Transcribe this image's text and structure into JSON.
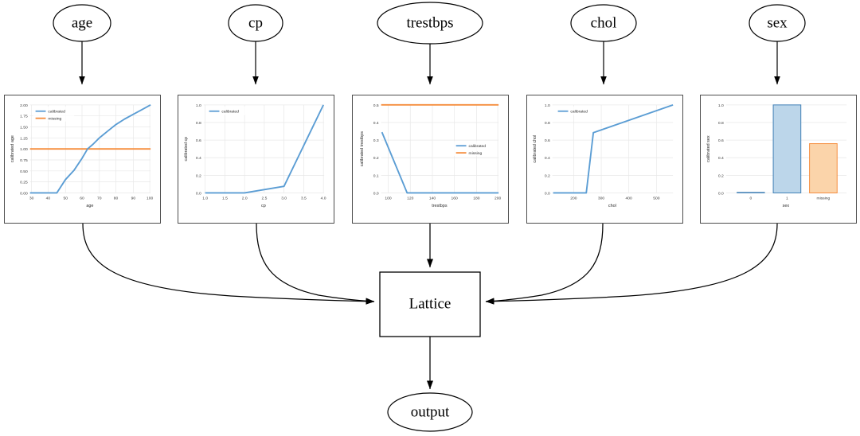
{
  "graph": {
    "input_nodes": [
      {
        "id": "age",
        "label": "age"
      },
      {
        "id": "cp",
        "label": "cp"
      },
      {
        "id": "trestbps",
        "label": "trestbps"
      },
      {
        "id": "chol",
        "label": "chol"
      },
      {
        "id": "sex",
        "label": "sex"
      }
    ],
    "lattice_node": {
      "label": "Lattice"
    },
    "output_node": {
      "label": "output"
    }
  },
  "legend_labels": {
    "calibrated": "calibrated",
    "missing": "missing"
  },
  "colors": {
    "calibrated": "#5b9dd4",
    "missing": "#f58d3d",
    "bar_blue_fill": "#bcd6ea",
    "bar_blue_edge": "#3f7fb5",
    "bar_orange_fill": "#fbd4aa",
    "bar_orange_edge": "#f58d3d",
    "node_stroke": "#000000",
    "panel_border": "#4d4d4d"
  },
  "chart_data": [
    {
      "id": "age",
      "type": "line",
      "title": "",
      "xlabel": "age",
      "ylabel": "calibrated age",
      "xlim": [
        29,
        100
      ],
      "ylim": [
        -0.06,
        2.06
      ],
      "xticks": [
        30,
        40,
        50,
        60,
        70,
        80,
        90,
        100
      ],
      "yticks": [
        "0.00",
        "0.25",
        "0.50",
        "0.75",
        "1.00",
        "1.25",
        "1.50",
        "1.75",
        "2.00"
      ],
      "grid": true,
      "legend": "upper left",
      "series": [
        {
          "name": "calibrated",
          "color": "#5b9dd4",
          "x": [
            29,
            45,
            50,
            55,
            60,
            63,
            66,
            70,
            75,
            80,
            85,
            90,
            95,
            100
          ],
          "y": [
            0.0,
            0.0,
            0.3,
            0.52,
            0.8,
            1.0,
            1.12,
            1.25,
            1.4,
            1.52,
            1.65,
            1.76,
            1.88,
            2.0
          ]
        },
        {
          "name": "missing",
          "color": "#f58d3d",
          "x": [
            29,
            100
          ],
          "y": [
            1.0,
            1.0
          ]
        }
      ]
    },
    {
      "id": "cp",
      "type": "line",
      "title": "",
      "xlabel": "cp",
      "ylabel": "calibrated cp",
      "xlim": [
        1.0,
        4.0
      ],
      "ylim": [
        -0.03,
        1.03
      ],
      "xticks": [
        "1.0",
        "1.5",
        "2.0",
        "2.5",
        "3.0",
        "3.5",
        "4.0"
      ],
      "yticks": [
        "0.0",
        "0.2",
        "0.4",
        "0.6",
        "0.8",
        "1.0"
      ],
      "grid": true,
      "legend": "upper left",
      "series": [
        {
          "name": "calibrated",
          "color": "#5b9dd4",
          "x": [
            1.0,
            2.0,
            3.0,
            4.0
          ],
          "y": [
            0.0,
            0.0,
            0.075,
            1.0
          ]
        }
      ]
    },
    {
      "id": "trestbps",
      "type": "line",
      "title": "",
      "xlabel": "trestbps",
      "ylabel": "calibrated trestbps",
      "xlim": [
        94,
        200
      ],
      "ylim": [
        -0.015,
        0.515
      ],
      "xticks": [
        100,
        120,
        140,
        160,
        180,
        200
      ],
      "yticks": [
        "0.0",
        "0.1",
        "0.2",
        "0.3",
        "0.4",
        "0.5"
      ],
      "grid": true,
      "legend": "center right",
      "series": [
        {
          "name": "calibrated",
          "color": "#5b9dd4",
          "x": [
            94,
            117,
            200
          ],
          "y": [
            0.345,
            0.0,
            0.0
          ]
        },
        {
          "name": "missing",
          "color": "#f58d3d",
          "x": [
            94,
            200
          ],
          "y": [
            0.5,
            0.5
          ]
        }
      ]
    },
    {
      "id": "chol",
      "type": "line",
      "title": "",
      "xlabel": "chol",
      "ylabel": "calibrated chol",
      "xlim": [
        126,
        564
      ],
      "ylim": [
        -0.03,
        1.03
      ],
      "xticks": [
        200,
        300,
        400,
        500
      ],
      "yticks": [
        "0.0",
        "0.2",
        "0.4",
        "0.6",
        "0.8",
        "1.0"
      ],
      "grid": true,
      "legend": "upper left",
      "series": [
        {
          "name": "calibrated",
          "color": "#5b9dd4",
          "x": [
            126,
            245,
            270,
            564
          ],
          "y": [
            0.0,
            0.0,
            0.685,
            1.0
          ]
        }
      ]
    },
    {
      "id": "sex",
      "type": "bar",
      "title": "",
      "xlabel": "sex",
      "ylabel": "calibrated sex",
      "ylim": [
        0,
        1.04
      ],
      "yticks": [
        "0.0",
        "0.2",
        "0.4",
        "0.6",
        "0.8",
        "1.0"
      ],
      "categories": [
        "0",
        "1",
        "missing"
      ],
      "values": [
        0.0,
        1.0,
        0.56
      ],
      "bar_colors": [
        "#bcd6ea",
        "#bcd6ea",
        "#fbd4aa"
      ],
      "bar_edges": [
        "#3f7fb5",
        "#3f7fb5",
        "#f58d3d"
      ],
      "grid": true,
      "legend": null
    }
  ]
}
